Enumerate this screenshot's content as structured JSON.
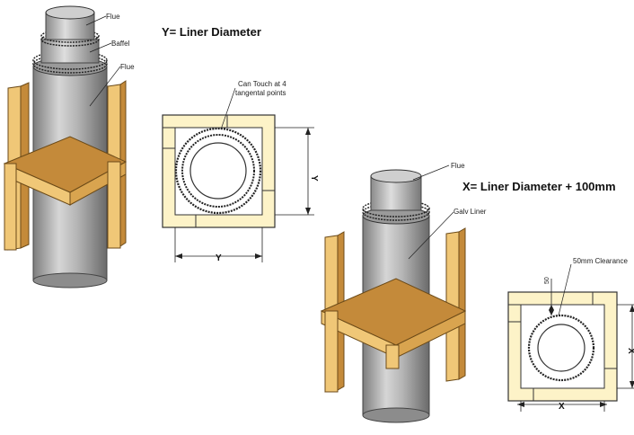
{
  "labels": {
    "y_heading": "Y= Liner Diameter",
    "x_heading": "X= Liner Diameter + 100mm",
    "left_flue_top": "Flue",
    "left_baffel": "Baffel",
    "left_flue_mid": "Flue",
    "touch_line1": "Can Touch at 4",
    "touch_line2": "tangental points",
    "dim_y_side": "Y",
    "dim_y_bottom": "Y",
    "right_flue": "Flue",
    "right_galv": "Galv Liner",
    "clearance": "50mm Clearance",
    "dim_50": "50",
    "dim_x_side": "X",
    "dim_x_bottom": "X"
  }
}
